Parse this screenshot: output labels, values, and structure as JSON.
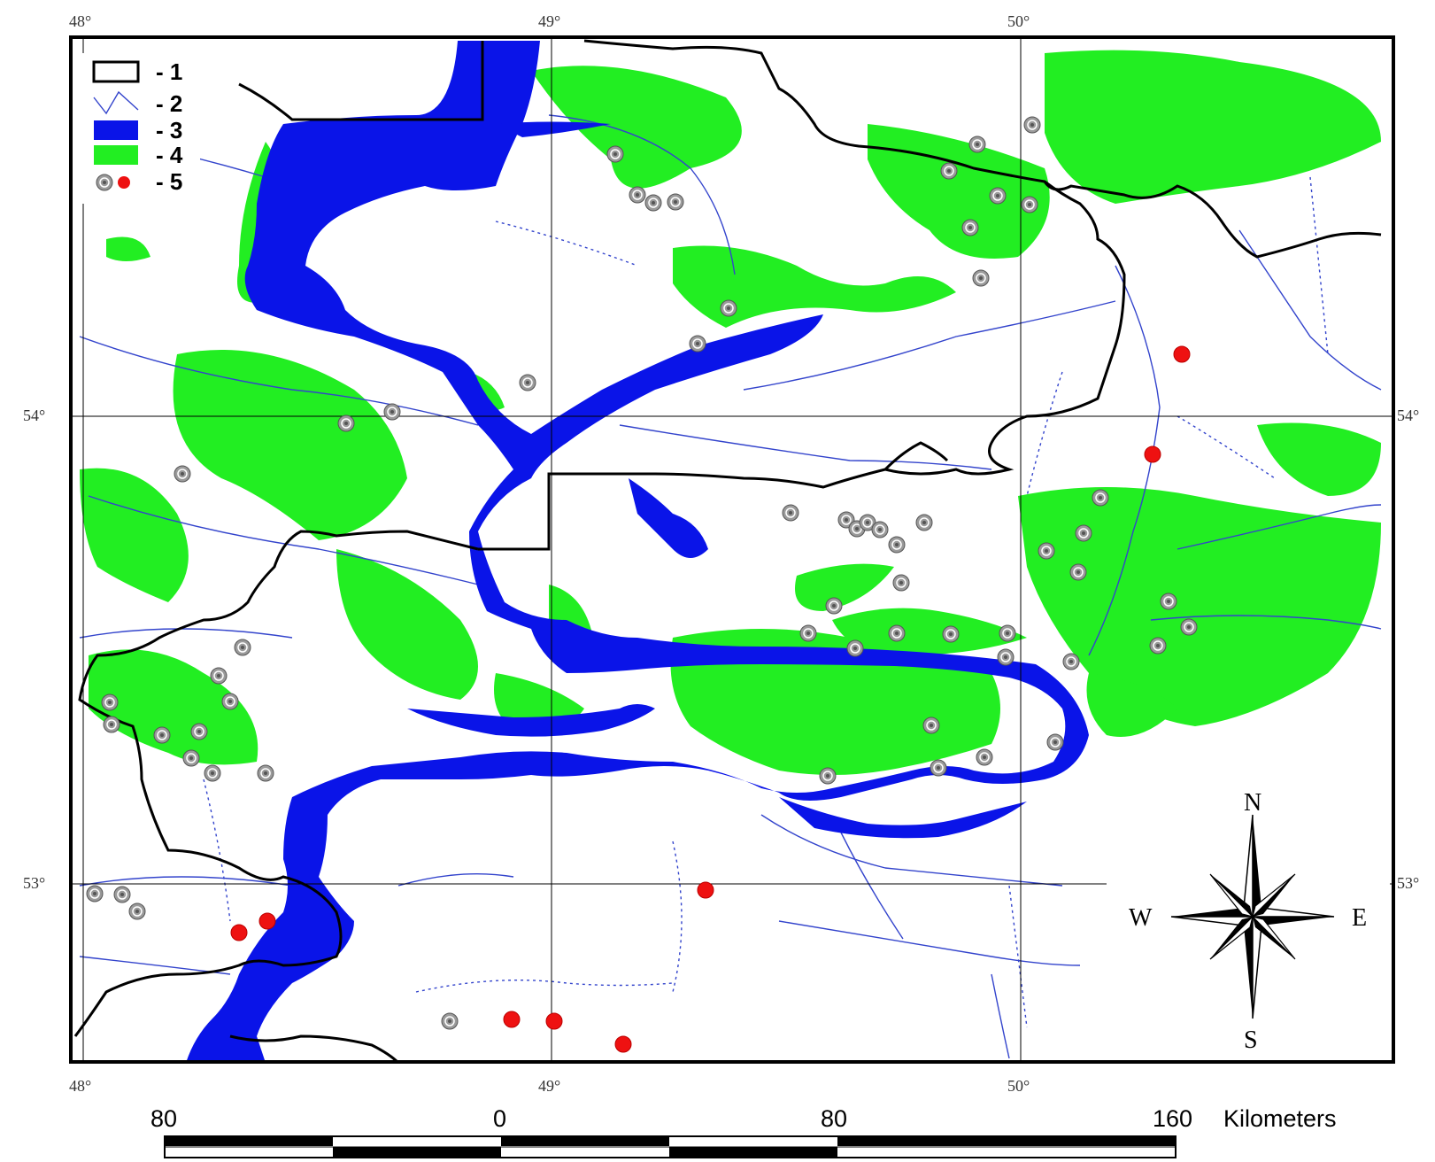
{
  "grid": {
    "top_labels": [
      "48°",
      "49°",
      "50°"
    ],
    "bottom_labels": [
      "48°",
      "49°",
      "50°"
    ],
    "left_labels": [
      "54°",
      "53°"
    ],
    "right_labels": [
      "54°",
      "53°"
    ]
  },
  "legend": [
    {
      "key": "boundary",
      "label": "- 1"
    },
    {
      "key": "river",
      "label": "- 2"
    },
    {
      "key": "water",
      "label": "- 3"
    },
    {
      "key": "vegetation",
      "label": "- 4"
    },
    {
      "key": "sites",
      "label": "- 5"
    }
  ],
  "compass": {
    "n": "N",
    "s": "S",
    "e": "E",
    "w": "W"
  },
  "scale": {
    "labels": [
      "80",
      "0",
      "80",
      "160"
    ],
    "unit": "Kilometers"
  },
  "colors": {
    "water": "#0a14e8",
    "vegetation": "#22ee22",
    "boundary": "#000000",
    "river": "#3344cc",
    "site_gray": "#9a9a9a",
    "site_red": "#ee1111"
  }
}
